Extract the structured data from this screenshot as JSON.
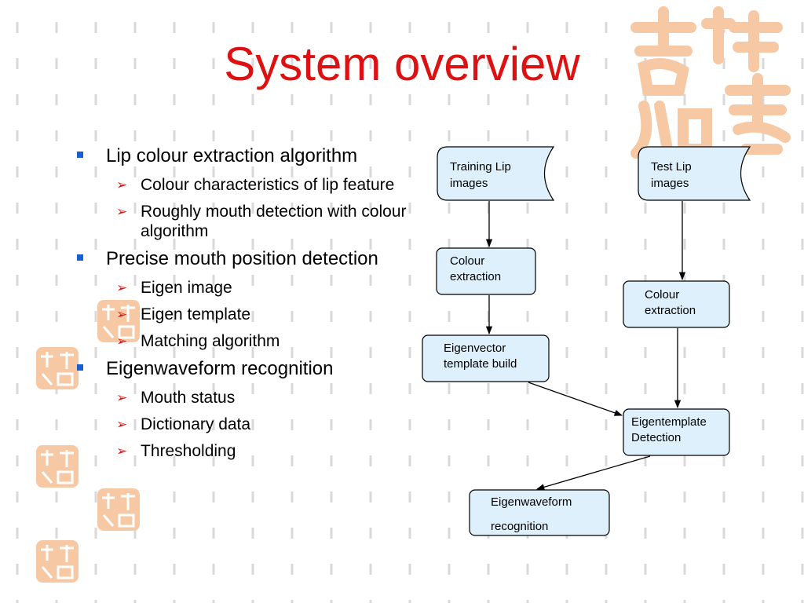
{
  "slide": {
    "title": "System overview"
  },
  "bullets": [
    {
      "text": "Lip colour extraction algorithm",
      "sub": [
        "Colour characteristics of lip feature",
        "Roughly mouth detection with colour algorithm"
      ]
    },
    {
      "text": "Precise mouth position detection",
      "sub": [
        "Eigen image",
        "Eigen template",
        "Matching algorithm"
      ]
    },
    {
      "text": "Eigenwaveform recognition",
      "sub": [
        "Mouth status",
        "Dictionary data",
        "Thresholding"
      ]
    }
  ],
  "flow": {
    "training_input": [
      "Training Lip",
      "images"
    ],
    "test_input": [
      "Test Lip",
      "images"
    ],
    "colour_extraction_left": [
      "Colour",
      "extraction"
    ],
    "colour_extraction_right": [
      "Colour",
      "extraction"
    ],
    "eigenvector_build": [
      "Eigenvector",
      "template build"
    ],
    "eigentemplate_detection": [
      "Eigentemplate",
      "Detection"
    ],
    "eigenwaveform_recognition": [
      "Eigenwaveform",
      "recognition"
    ]
  },
  "colors": {
    "title": "#dd1111",
    "bullet": "#1a5fcf",
    "arrow_bullet": "#dd1111",
    "box_fill": "#ddf0fc",
    "seal": "#f6c9a4"
  }
}
